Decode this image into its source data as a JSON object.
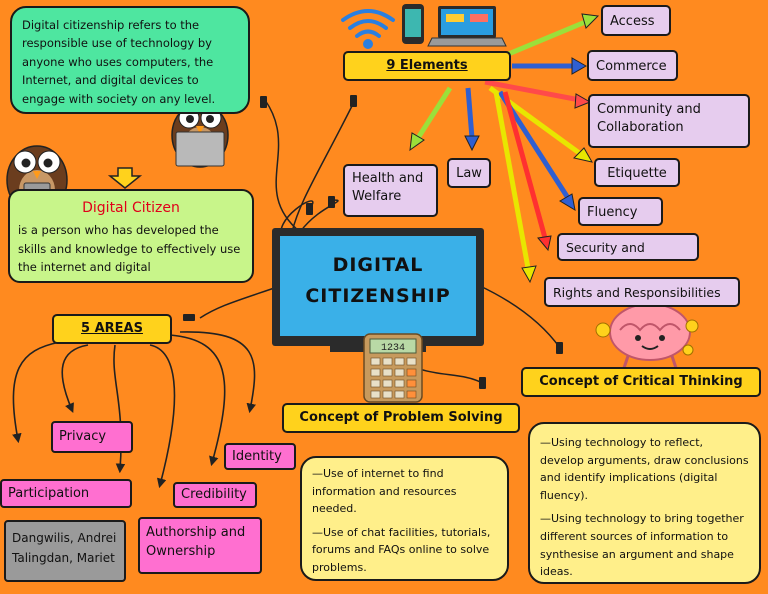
{
  "intro": "Digital citizenship refers to the responsible use of technology by anyone who uses computers, the Internet, and digital devices to engage with society on any level.",
  "digital_citizen": {
    "title": "Digital Citizen",
    "text": "is a person who has developed the skills and knowledge to effectively use the internet and digital"
  },
  "center_title": "DIGITAL CITIZENSHIP",
  "calculator_display": "1234",
  "elements": {
    "label": "9 Elements",
    "items": [
      "Access",
      "Commerce",
      "Community and Collaboration",
      "Etiquette",
      "Fluency",
      "Security and Privacy",
      "Rights and Responsibilities",
      "Health and Welfare",
      "Law"
    ]
  },
  "areas": {
    "label": "5 AREAS",
    "items": [
      "Privacy",
      "Participation",
      "Identity",
      "Credibility",
      "Authorship and Ownership"
    ]
  },
  "authors": "Dangwilis, Andrei Talingdan, Mariet",
  "problem_solving": {
    "title": "Concept of Problem Solving",
    "points": [
      "—Use of internet to find information and resources needed.",
      "—Use of chat facilities, tutorials, forums and FAQs online to solve problems."
    ]
  },
  "critical_thinking": {
    "title": "Concept of Critical Thinking",
    "points": [
      "—Using technology to reflect, develop arguments, draw conclusions and identify implications (digital fluency).",
      "—Using technology to bring together different sources of information to synthesise an argument and shape ideas."
    ]
  },
  "colors": {
    "background": "#ff8a1f",
    "intro_box": "#4ee6a0",
    "citizen_box": "#c8f58a",
    "label_box": "#ffd21c",
    "element_box": "#e6ccee",
    "area_box": "#ff6fd0",
    "note_box": "#ffef8a",
    "monitor_screen": "#3ab0e8",
    "citizen_title": "#e0001a"
  }
}
